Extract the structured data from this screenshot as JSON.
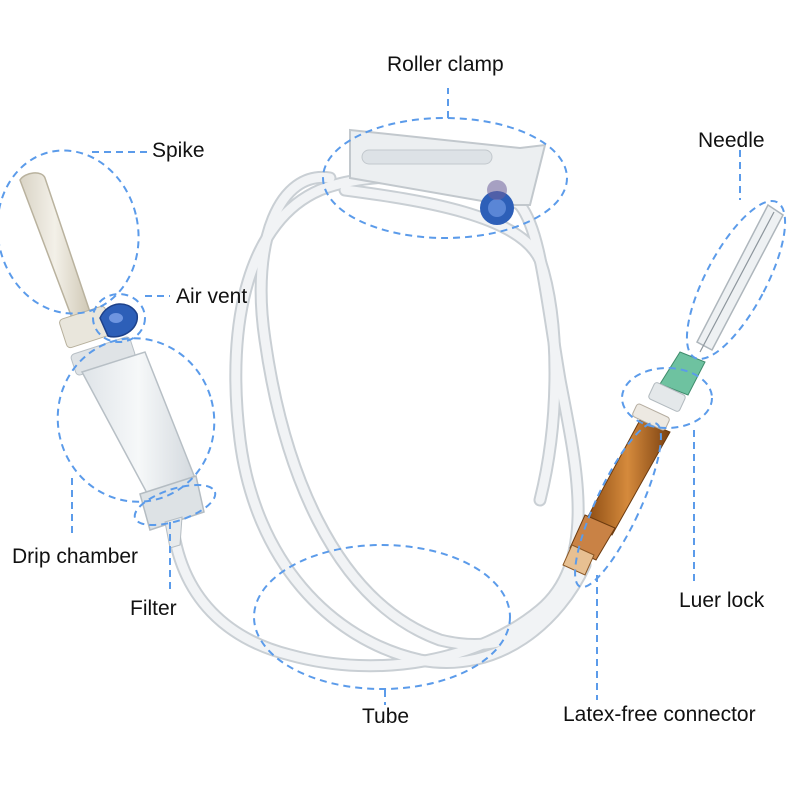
{
  "labels": {
    "roller_clamp": "Roller clamp",
    "spike": "Spike",
    "needle": "Needle",
    "air_vent": "Air vent",
    "drip_chamber": "Drip chamber",
    "filter": "Filter",
    "luer_lock": "Luer lock",
    "tube": "Tube",
    "latex_free_connector": "Latex-free connector"
  },
  "colors": {
    "callout": "#5b9bea",
    "tube": "#e9ecef",
    "vent_blue": "#2d5fb8",
    "connector_amber": "#b86a22",
    "luer_green": "#6ec2a0"
  }
}
